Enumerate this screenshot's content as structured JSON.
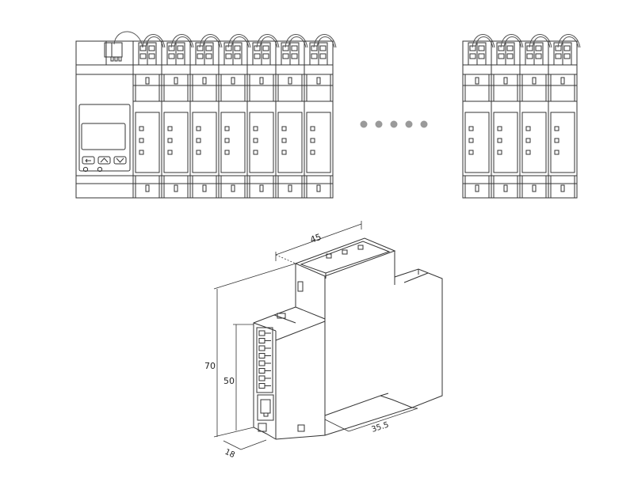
{
  "meter_panel": {
    "buttons": [
      {
        "icon": "back-arrow-icon"
      },
      {
        "icon": "up-arrow-icon"
      },
      {
        "icon": "down-arrow-icon"
      }
    ]
  },
  "module_groups": [
    {
      "count": 7,
      "label": "left module group"
    },
    {
      "count": 4,
      "label": "right module group"
    }
  ],
  "continuation_dots": 5,
  "dimensions": {
    "width": "45",
    "height": "70",
    "front_height": "50",
    "depth": "18",
    "rail_spacing": "35.5"
  },
  "colors": {
    "line": "#333333",
    "dot": "#9a9a9a",
    "background": "#ffffff"
  }
}
